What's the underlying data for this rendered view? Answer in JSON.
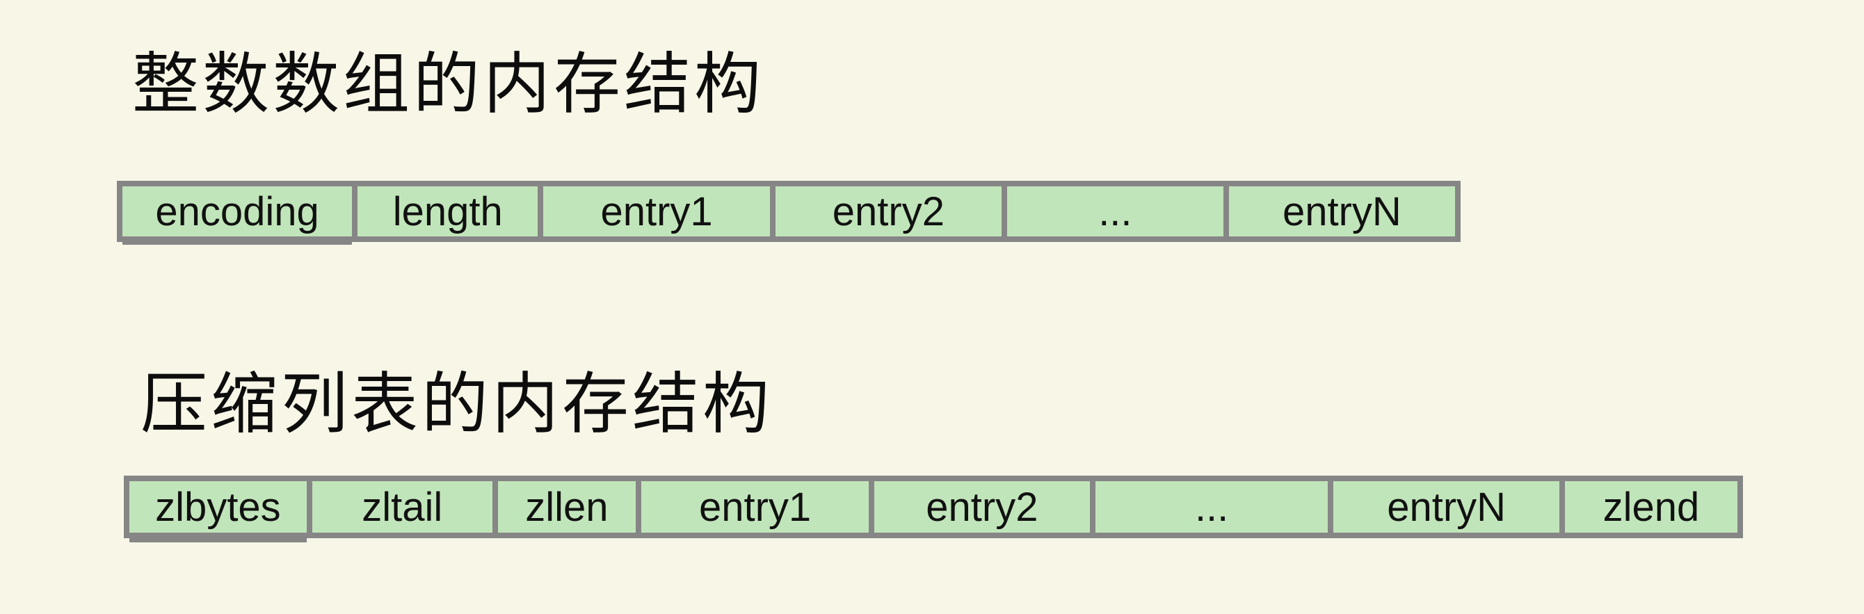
{
  "page": {
    "background_color": "#f8f6e7",
    "text_color": "#111111"
  },
  "colors": {
    "cell_fill": "#c1e5ba",
    "cell_border": "#868686",
    "title_color": "#0d0d0d"
  },
  "sections": [
    {
      "title": "整数数组的内存结构",
      "cells": [
        "encoding",
        "length",
        "entry1",
        "entry2",
        "...",
        "entryN"
      ]
    },
    {
      "title": "压缩列表的内存结构",
      "cells": [
        "zlbytes",
        "zltail",
        "zllen",
        "entry1",
        "entry2",
        "...",
        "entryN",
        "zlend"
      ]
    }
  ]
}
